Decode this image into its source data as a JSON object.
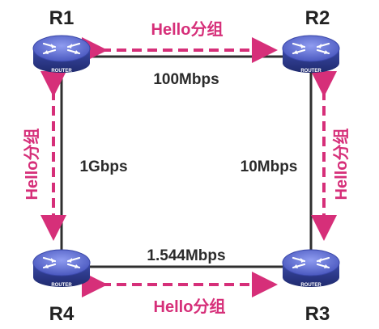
{
  "routers": [
    {
      "id": "r1",
      "label": "R1",
      "caption": "ROUTER"
    },
    {
      "id": "r2",
      "label": "R2",
      "caption": "ROUTER"
    },
    {
      "id": "r3",
      "label": "R3",
      "caption": "ROUTER"
    },
    {
      "id": "r4",
      "label": "R4",
      "caption": "ROUTER"
    }
  ],
  "links": {
    "r1_r2": "100Mbps",
    "r2_r3": "10Mbps",
    "r3_r4": "1.544Mbps",
    "r1_r4": "1Gbps"
  },
  "hello": {
    "top": "Hello分组",
    "bottom": "Hello分组",
    "left": "Hello分组",
    "right": "Hello分组"
  },
  "colors": {
    "link": "#2f2f2f",
    "hello_arrow": "#d62f79",
    "router_top": "#6b7bd6",
    "router_side": "#2c3a8a"
  }
}
